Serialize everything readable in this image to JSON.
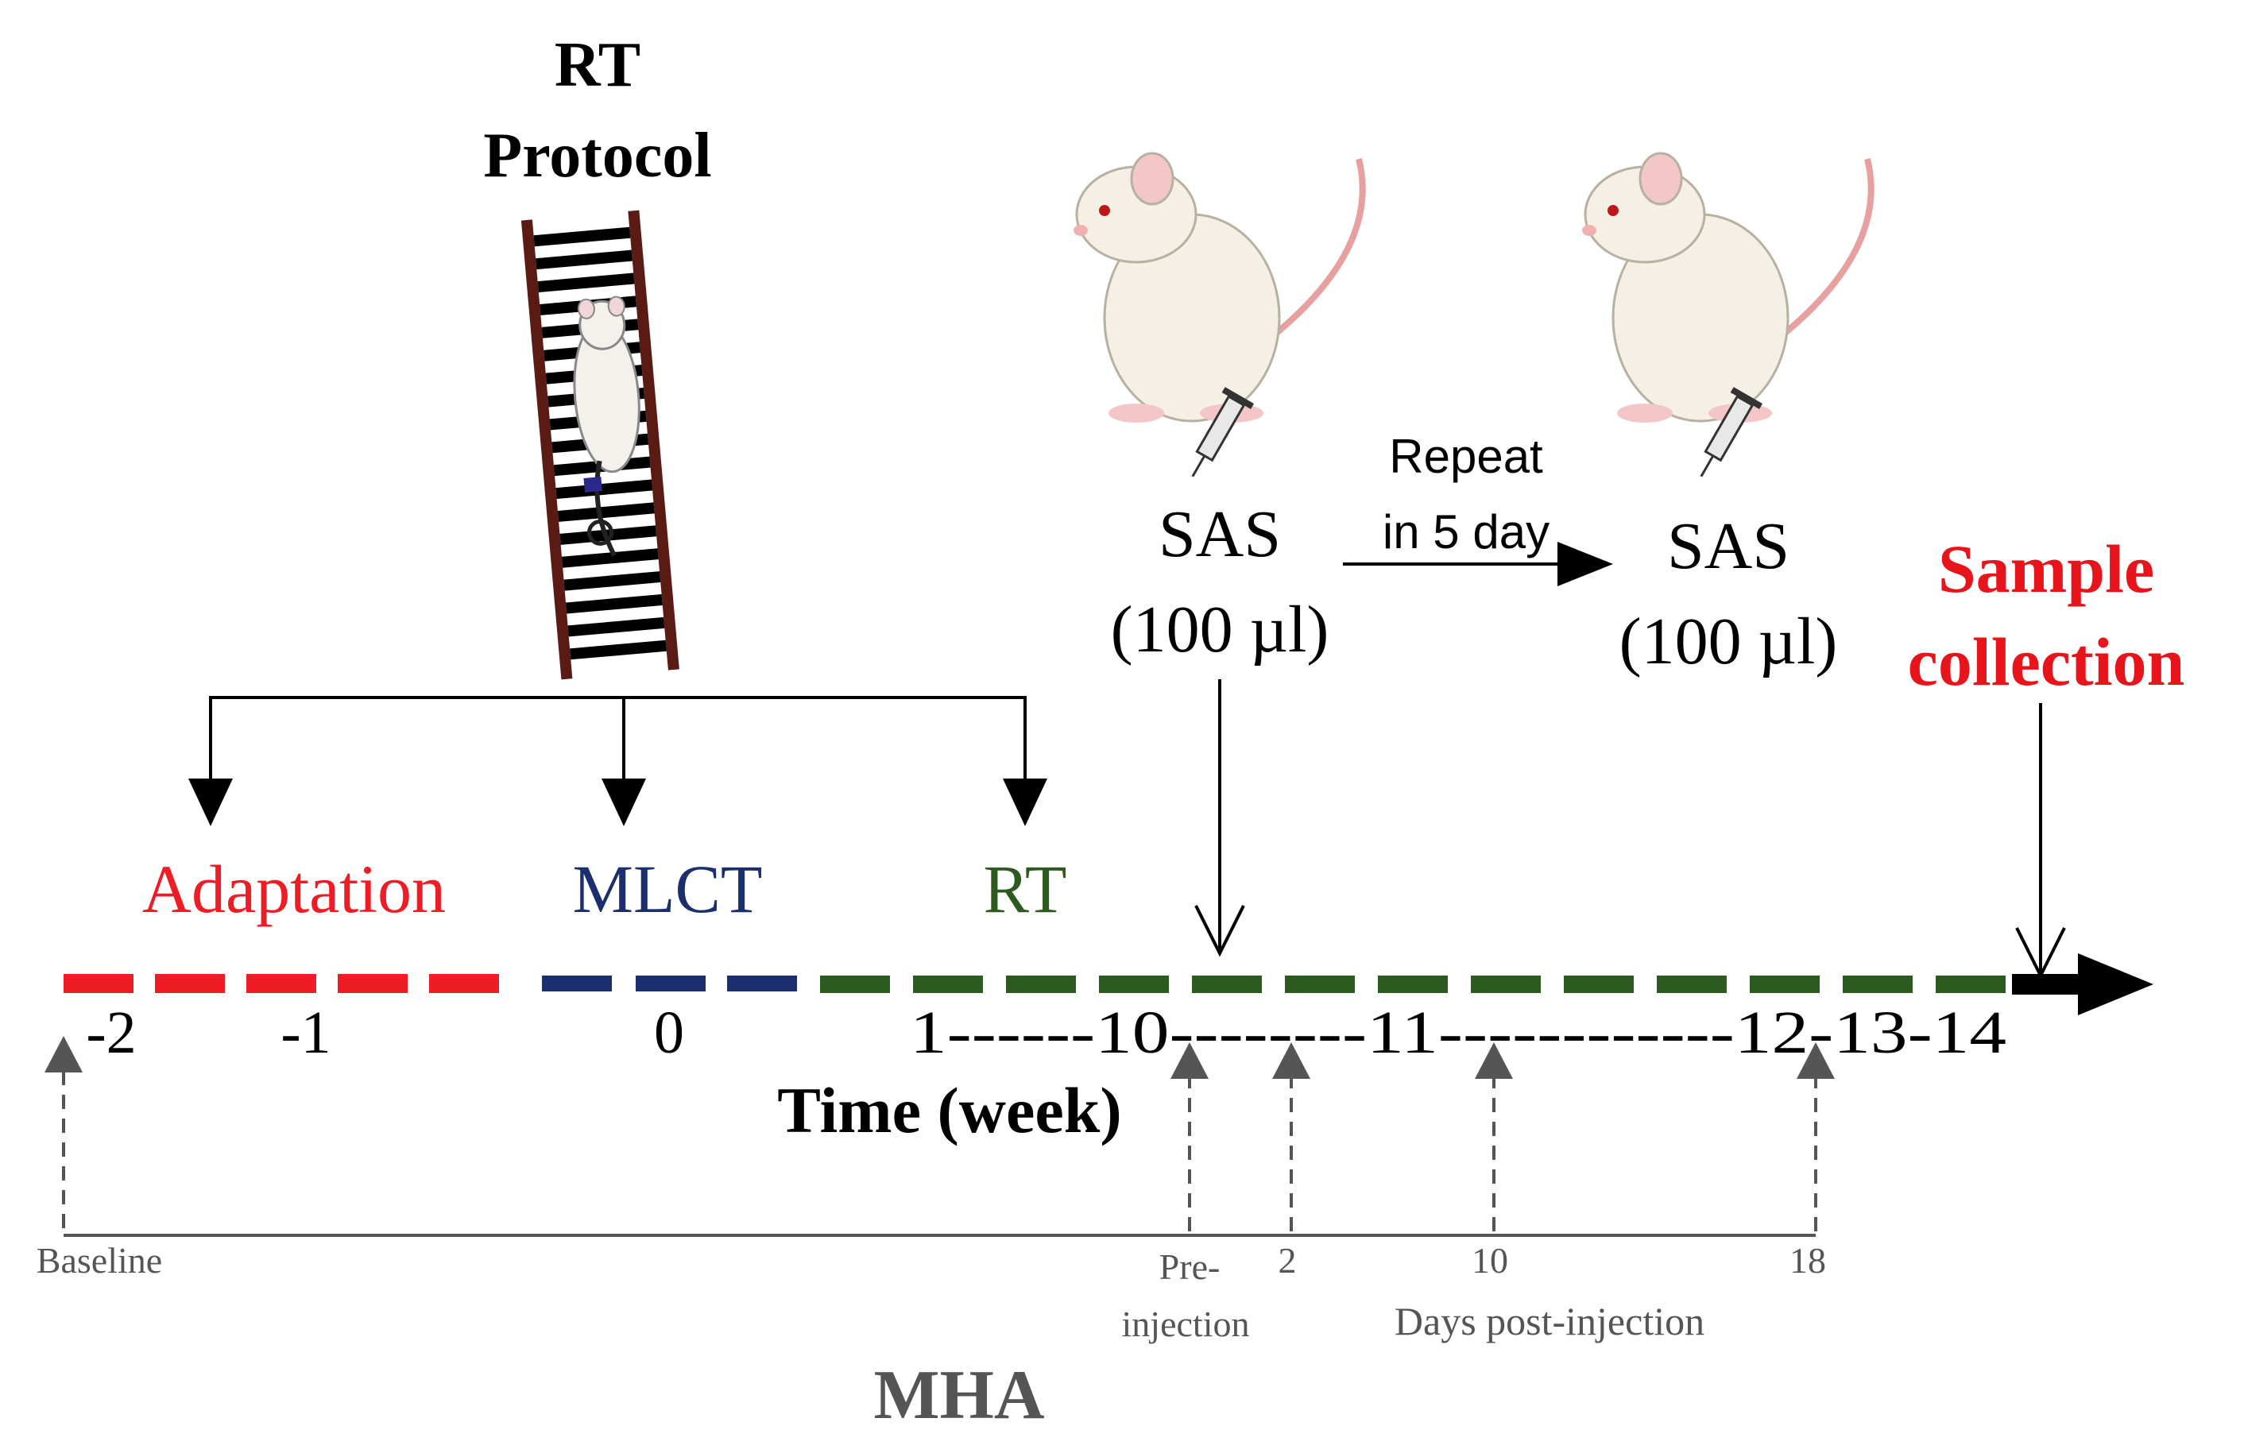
{
  "rt_protocol": {
    "line1": "RT",
    "line2": "Protocol"
  },
  "phases": {
    "adaptation": "Adaptation",
    "mlct": "MLCT",
    "rt": "RT"
  },
  "injection_1": {
    "label": "SAS",
    "dose": "(100 µl)"
  },
  "repeat_note": {
    "line1": "Repeat",
    "line2": "in 5 day"
  },
  "injection_2": {
    "label": "SAS",
    "dose": "(100 µl)"
  },
  "sample_collection": {
    "line1": "Sample",
    "line2": "collection"
  },
  "axis": {
    "tick_m2": "-2",
    "tick_m1": "-1",
    "tick_0": "0",
    "tick_seq": "1------10--------11------------12-13-14",
    "title": "Time (week)"
  },
  "mha": {
    "baseline": "Baseline",
    "pre_1": "Pre-",
    "pre_2": "injection",
    "day_2": "2",
    "day_10": "10",
    "day_18": "18",
    "days_label": "Days post-injection",
    "title": "MHA"
  },
  "colors": {
    "adaptation": "#ee1c24",
    "mlct": "#1b2f6e",
    "rt": "#2d5a1e",
    "sample": "#e8141c",
    "black": "#000000",
    "gray": "#555555",
    "ladder": "#5a1b14"
  }
}
